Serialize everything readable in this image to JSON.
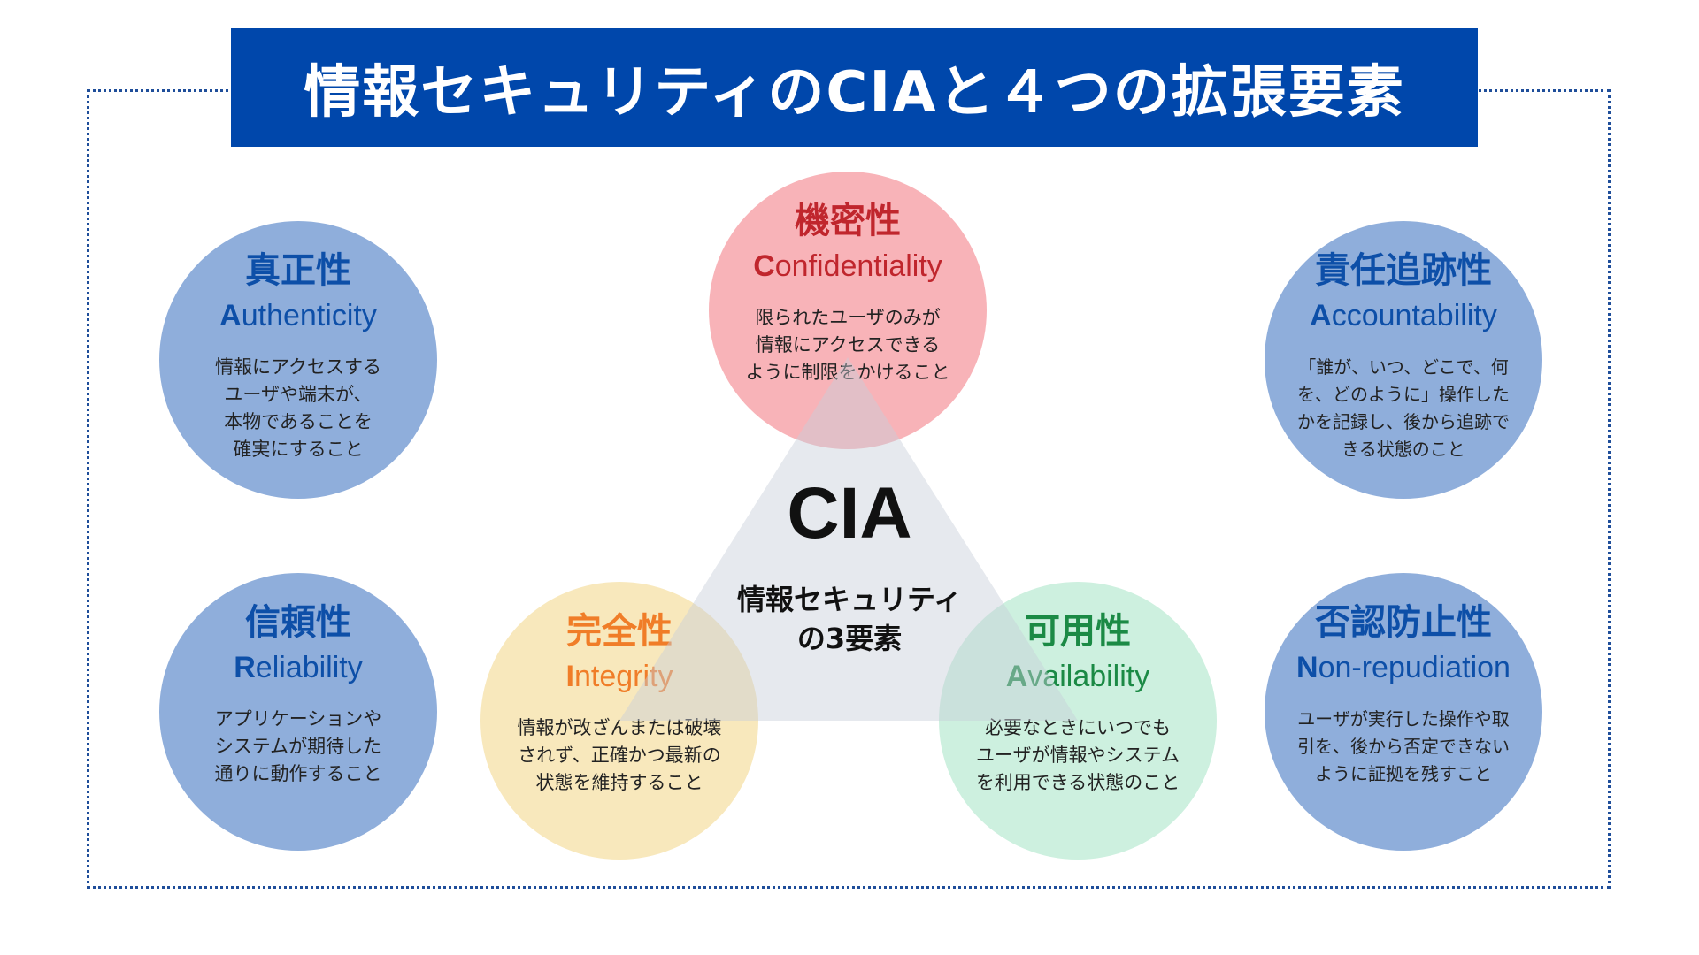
{
  "title": "情報セキュリティのCIAと４つの拡張要素",
  "center": {
    "label": "CIA",
    "subtitle": "情報セキュリティ\nの3要素"
  },
  "colors": {
    "banner": "#0047ab",
    "extension_circle": "#8faedb",
    "confidentiality": "#f8b3b8",
    "integrity": "#f8e8bc",
    "availability": "#cdf0df",
    "triangle": "#dde1ea"
  },
  "cia": [
    {
      "id": "confidentiality",
      "jp": "機密性",
      "en_initial": "C",
      "en_rest": "onfidentiality",
      "desc": "限られたユーザのみが\n情報にアクセスできる\nように制限をかけること"
    },
    {
      "id": "integrity",
      "jp": "完全性",
      "en_initial": "I",
      "en_rest": "ntegrity",
      "desc": "情報が改ざんまたは破壊\nされず、正確かつ最新の\n状態を維持すること"
    },
    {
      "id": "availability",
      "jp": "可用性",
      "en_initial": "A",
      "en_rest": "vailability",
      "desc": "必要なときにいつでも\nユーザが情報やシステム\nを利用できる状態のこと"
    }
  ],
  "extensions": [
    {
      "id": "authenticity",
      "jp": "真正性",
      "en_initial": "A",
      "en_rest": "uthenticity",
      "desc": "情報にアクセスする\nユーザや端末が、\n本物であることを\n確実にすること"
    },
    {
      "id": "accountability",
      "jp": "責任追跡性",
      "en_initial": "A",
      "en_rest": "ccountability",
      "desc": "「誰が、いつ、どこで、何\nを、どのように」操作した\nかを記録し、後から追跡で\nきる状態のこと"
    },
    {
      "id": "reliability",
      "jp": "信頼性",
      "en_initial": "R",
      "en_rest": "eliability",
      "desc": "アプリケーションや\nシステムが期待した\n通りに動作すること"
    },
    {
      "id": "non-repudiation",
      "jp": "否認防止性",
      "en_initial": "N",
      "en_rest": "on-repudiation",
      "desc": "ユーザが実行した操作や取\n引を、後から否定できない\nように証拠を残すこと"
    }
  ]
}
